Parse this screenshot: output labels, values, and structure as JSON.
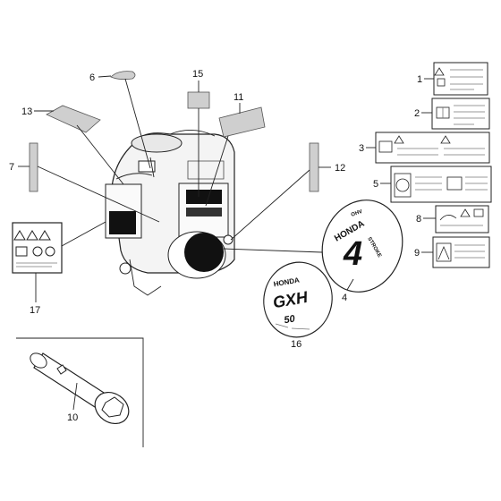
{
  "callouts": {
    "c1": "1",
    "c2": "2",
    "c3": "3",
    "c4": "4",
    "c5": "5",
    "c6": "6",
    "c7": "7",
    "c8": "8",
    "c9": "9",
    "c10": "10",
    "c11": "11",
    "c12": "12",
    "c13": "13",
    "c15": "15",
    "c16": "16",
    "c17": "17"
  },
  "emblem_4": {
    "brand": "HONDA",
    "mark": "4",
    "sub": "STROKE",
    "top": "OHV"
  },
  "emblem_16": {
    "brand": "HONDA",
    "model": "GXH",
    "size": "50"
  },
  "colors": {
    "ink": "#111111",
    "label_grey": "#cfcfcf",
    "background": "#ffffff"
  }
}
